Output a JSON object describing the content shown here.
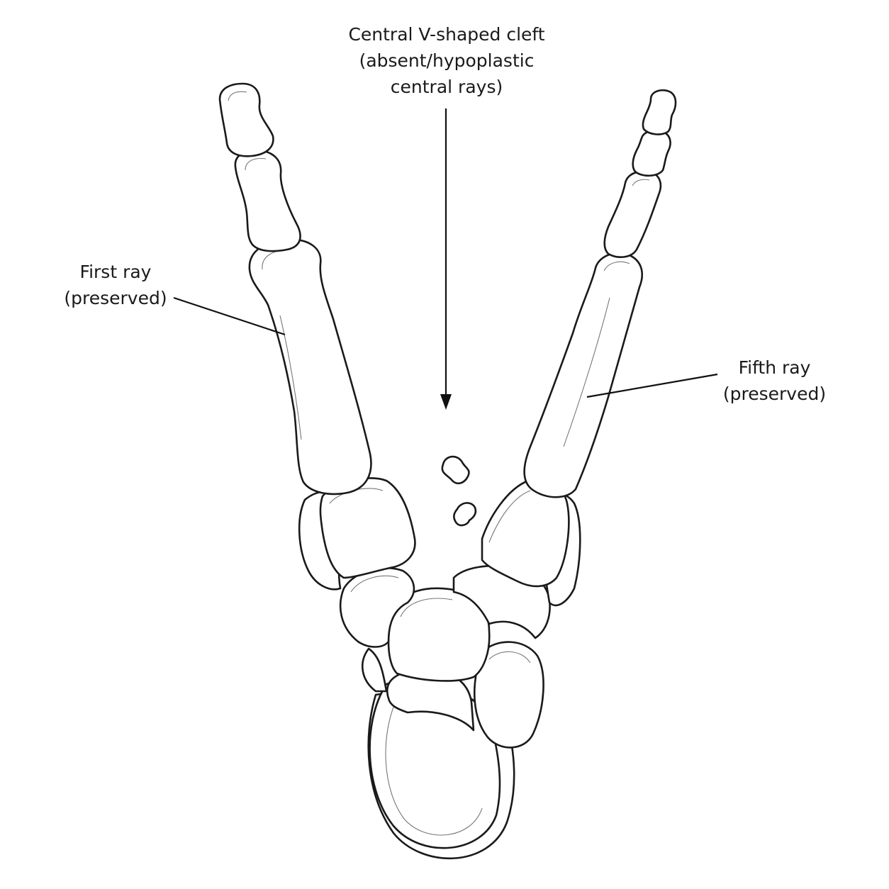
{
  "labels": {
    "cleft": {
      "line1": "Central V-shaped cleft",
      "line2": "(absent/hypoplastic",
      "line3": "central rays)"
    },
    "first_ray": {
      "line1": "First ray",
      "line2": "(preserved)"
    },
    "fifth_ray": {
      "line1": "Fifth ray",
      "line2": "(preserved)"
    }
  },
  "colors": {
    "outline": "#1a1a1a",
    "background": "#ffffff"
  }
}
